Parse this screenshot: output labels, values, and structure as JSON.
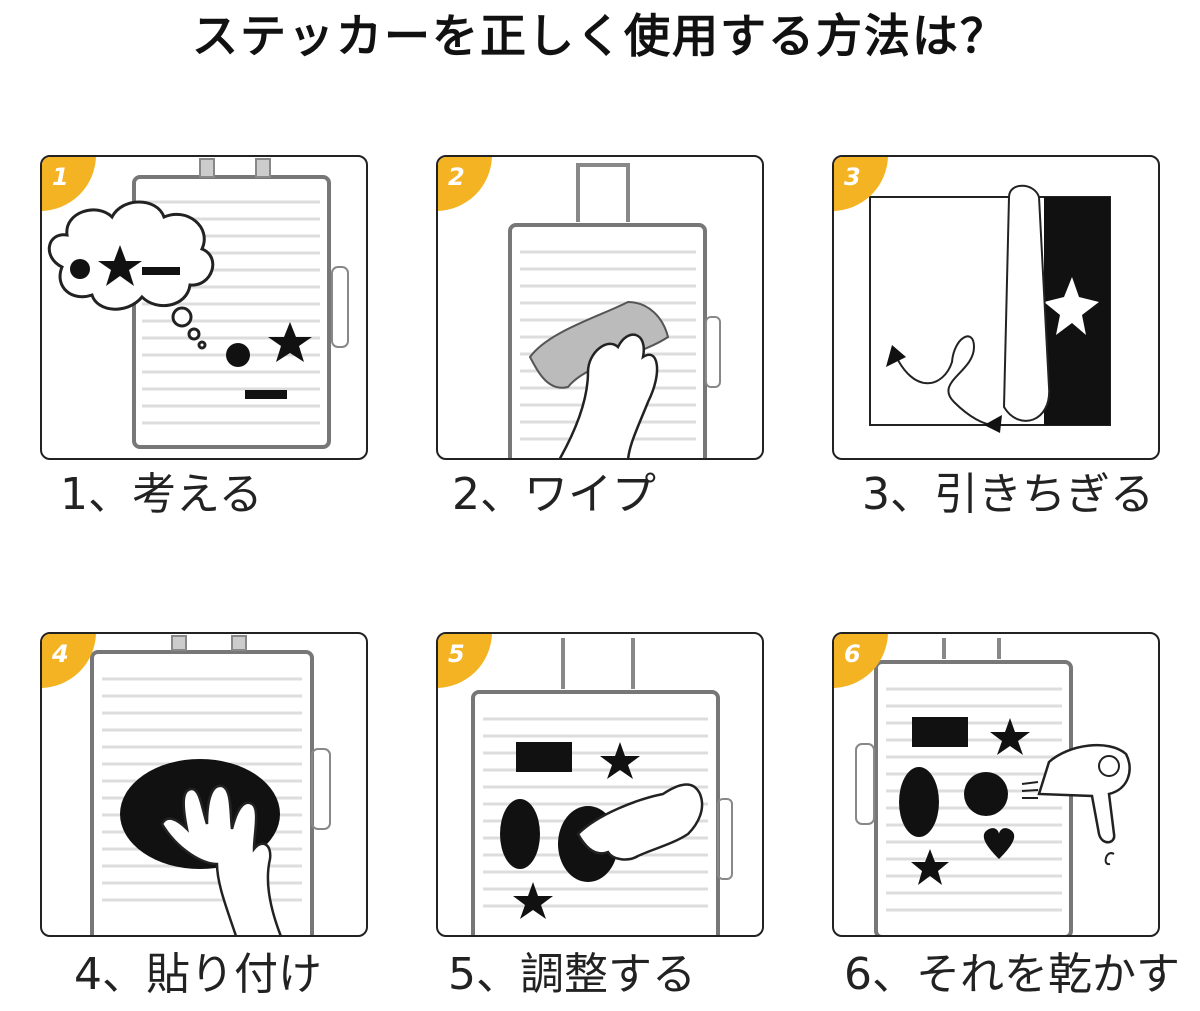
{
  "title": "ステッカーを正しく使用する方法は？",
  "accent_color": "#f4b323",
  "steps": [
    {
      "number": "1",
      "caption": "1、考える",
      "icon": "thought-cloud-suitcase"
    },
    {
      "number": "2",
      "caption": "2、ワイプ",
      "icon": "wipe-cloth-suitcase"
    },
    {
      "number": "3",
      "caption": "3、引きちぎる",
      "icon": "peel-sticker"
    },
    {
      "number": "4",
      "caption": "4、貼り付け",
      "icon": "press-sticker-hand"
    },
    {
      "number": "5",
      "caption": "5、調整する",
      "icon": "adjust-sticker-hand"
    },
    {
      "number": "6",
      "caption": "6、それを乾かす",
      "icon": "hair-dryer"
    }
  ]
}
